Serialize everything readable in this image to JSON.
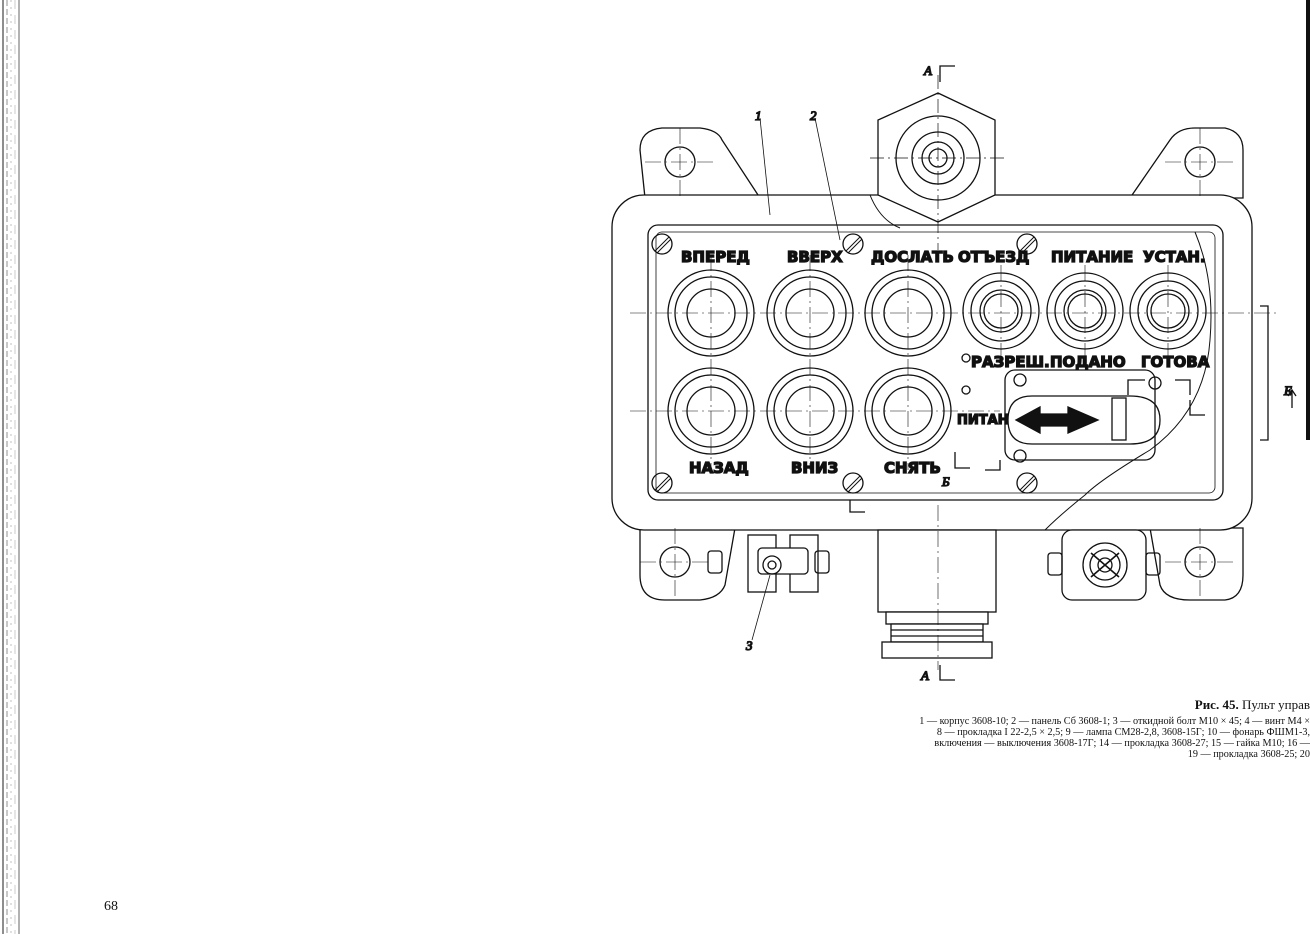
{
  "page": {
    "number": "68"
  },
  "figure": {
    "buttons_top": [
      "ВПЕРЕД",
      "ВВЕРХ",
      "ДОСЛАТЬ",
      "ОТЪЕЗД",
      "ПИТАНИЕ",
      "УСТАН."
    ],
    "buttons_bottom": [
      "НАЗАД",
      "ВНИЗ",
      "СНЯТЬ"
    ],
    "lamp_labels": [
      "РАЗРЕШ.",
      "ПОДАНО",
      "ГОТОВА"
    ],
    "power_label": "ПИТАН",
    "callouts": [
      "1",
      "2",
      "3"
    ],
    "section_marks": {
      "a_top": "А",
      "a_bottom": "А",
      "b": "Б",
      "e": "Е"
    }
  },
  "caption": {
    "title_bold": "Рис. 45.",
    "title_rest": " Пульт управ",
    "lines": [
      "1 — корпус 3608-10; 2 — панель Сб 3608-1; 3 — откидной болт М10 × 45; 4 — винт М4 ×",
      "8 — прокладка I 22-2,5 × 2,5; 9 — лампа СМ28-2,8, 3608-15Г; 10 — фонарь ФШМ1-3,",
      "включения — выключения 3608-17Г; 14 — прокладка 3608-27; 15 — гайка М10; 16 —",
      "19 — прокладка 3608-25; 20"
    ]
  }
}
